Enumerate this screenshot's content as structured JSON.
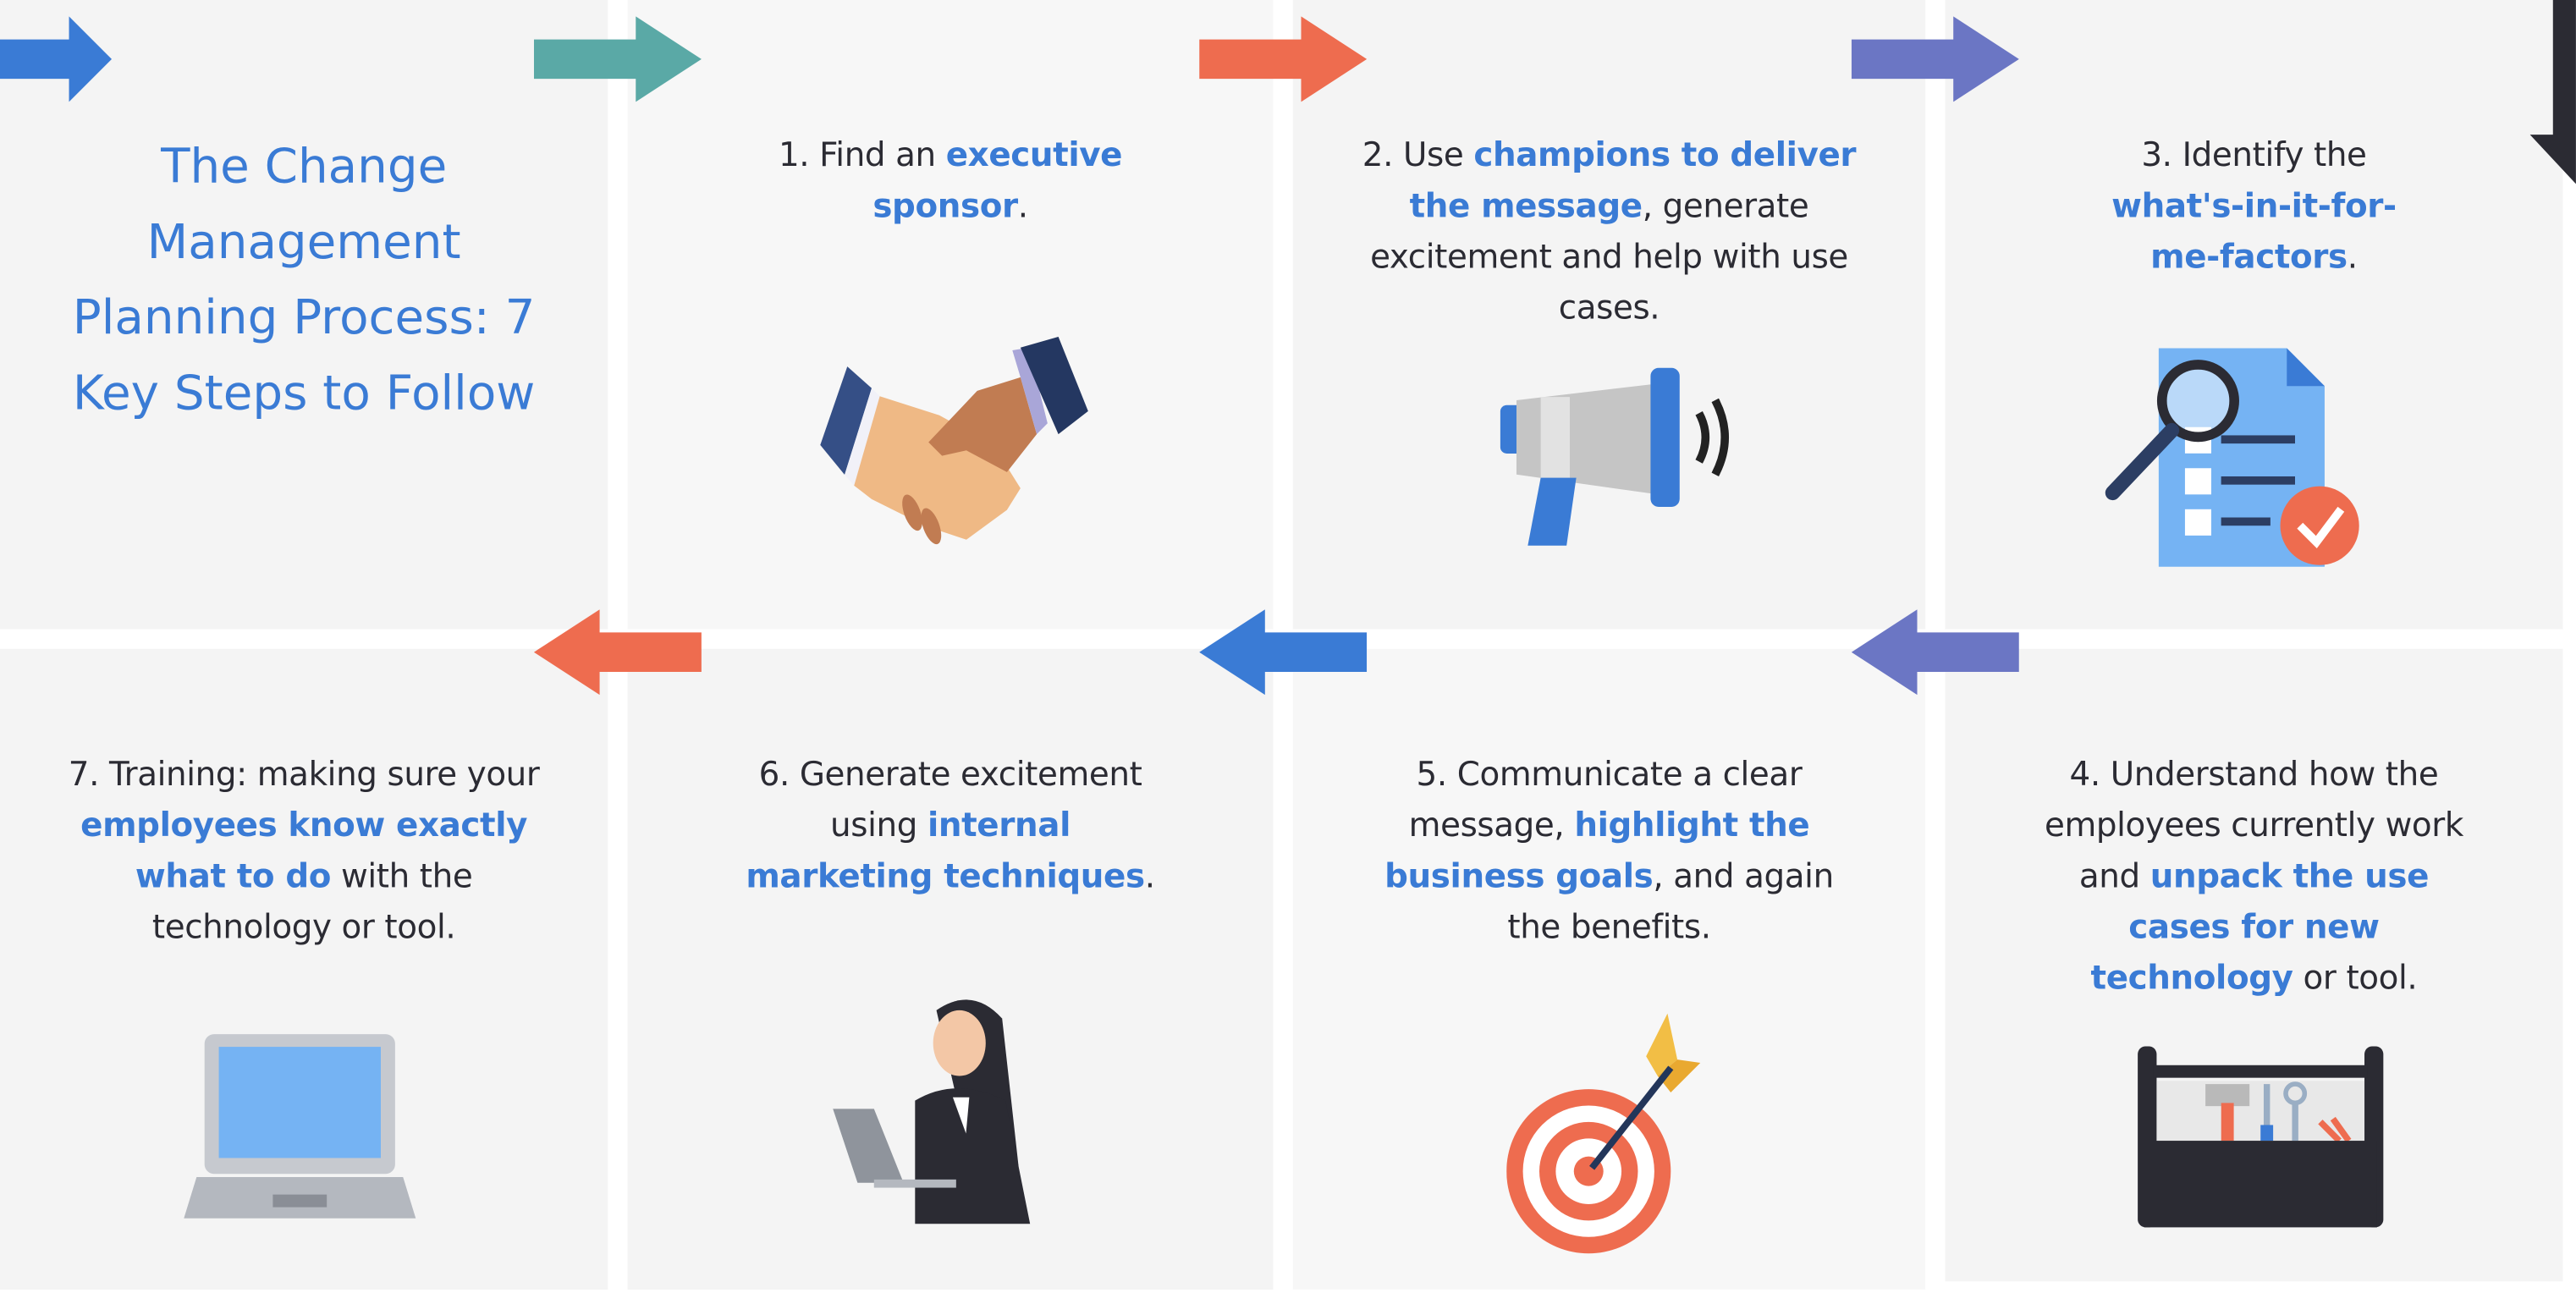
{
  "title": "The Change Management Planning Process: 7 Key Steps to Follow",
  "colors": {
    "highlight": "#3a7bd5",
    "text": "#2b2b33",
    "blue": "#3a7bd5",
    "teal": "#5aa9a6",
    "orange": "#ee6c4f",
    "purple": "#6b76c4",
    "dark": "#2b2b33"
  },
  "steps": [
    {
      "segments": [
        {
          "t": "1. Find an ",
          "h": false
        },
        {
          "t": "executive sponsor",
          "h": true
        },
        {
          "t": ".",
          "h": false
        }
      ],
      "icon": "handshake-icon"
    },
    {
      "segments": [
        {
          "t": "2. Use ",
          "h": false
        },
        {
          "t": "champions to deliver the message",
          "h": true
        },
        {
          "t": ", generate excitement and help with use cases.",
          "h": false
        }
      ],
      "icon": "megaphone-icon"
    },
    {
      "segments": [
        {
          "t": "3. Identify the ",
          "h": false
        },
        {
          "t": "what's-in-it-for-me-factors",
          "h": true
        },
        {
          "t": ".",
          "h": false
        }
      ],
      "icon": "document-magnifier-icon"
    },
    {
      "segments": [
        {
          "t": "4. Understand how the employees currently work and ",
          "h": false
        },
        {
          "t": "unpack the use cases for new technology",
          "h": true
        },
        {
          "t": " or tool.",
          "h": false
        }
      ],
      "icon": "toolbox-icon"
    },
    {
      "segments": [
        {
          "t": "5. Communicate a clear message, ",
          "h": false
        },
        {
          "t": "highlight the business goals",
          "h": true
        },
        {
          "t": ", and again the benefits.",
          "h": false
        }
      ],
      "icon": "target-icon"
    },
    {
      "segments": [
        {
          "t": "6. Generate excitement using ",
          "h": false
        },
        {
          "t": "internal marketing techniques",
          "h": true
        },
        {
          "t": ".",
          "h": false
        }
      ],
      "icon": "woman-laptop-icon"
    },
    {
      "segments": [
        {
          "t": "7. Training: making sure your ",
          "h": false
        },
        {
          "t": "employees know exactly what to do",
          "h": true
        },
        {
          "t": " with the technology or tool.",
          "h": false
        }
      ],
      "icon": "laptop-icon"
    }
  ]
}
